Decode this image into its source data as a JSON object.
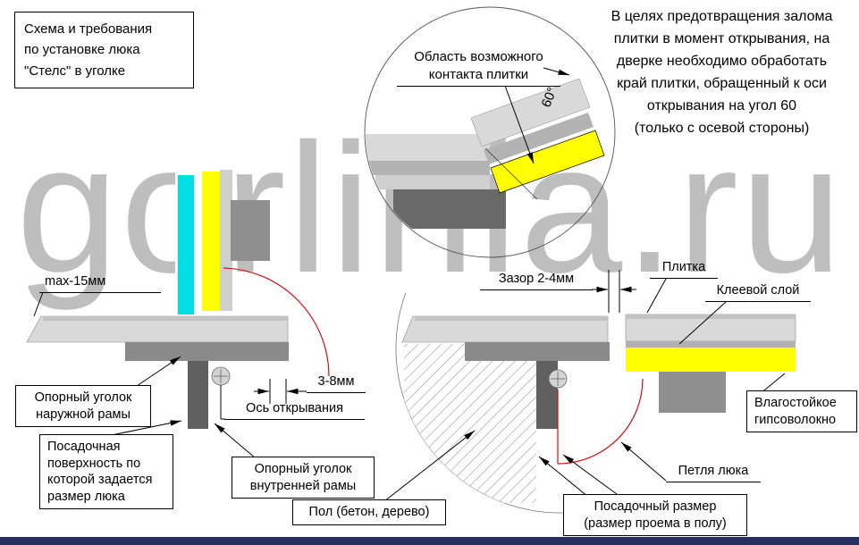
{
  "watermark": "gorlinia.ru",
  "title_box": {
    "text": "Схема и требования\nпо установке люка\n\"Стелс\" в уголке"
  },
  "note": {
    "text": "В целях предотвращения залома\nплитки в момент открывания, на\nдверке необходимо обработать\nкрай плитки, обращенный к оси\nоткрывания на угол 60\n(только с осевой стороны)"
  },
  "detail": {
    "contact": "Область возможного\nконтакта плитки",
    "angle": "60°"
  },
  "left": {
    "max_thickness": "max-15мм",
    "outer_angle": "Опорный уголок\nнаружной рамы",
    "seating_surface": "Посадочная\nповерхность по\nкоторой задается\nразмер люка",
    "axis": "Ось открывания",
    "gap": "3-8мм",
    "inner_angle": "Опорный уголок\nвнутренней рамы"
  },
  "right": {
    "gap": "Зазор 2-4мм",
    "tile": "Плитка",
    "glue": "Клеевой слой",
    "gypsum": "Влагостойкое\nгипсоволокно",
    "hinge": "Петля люка",
    "floor": "Пол (бетон, дерево)",
    "seating_size": "Посадочный размер\n(размер проема в полу)"
  },
  "colors": {
    "tile_cyan": "#00dfe8",
    "gypsum_yellow": "#ffff00",
    "hinge_red": "#cc1111",
    "footer_navy": "#262f5f"
  }
}
